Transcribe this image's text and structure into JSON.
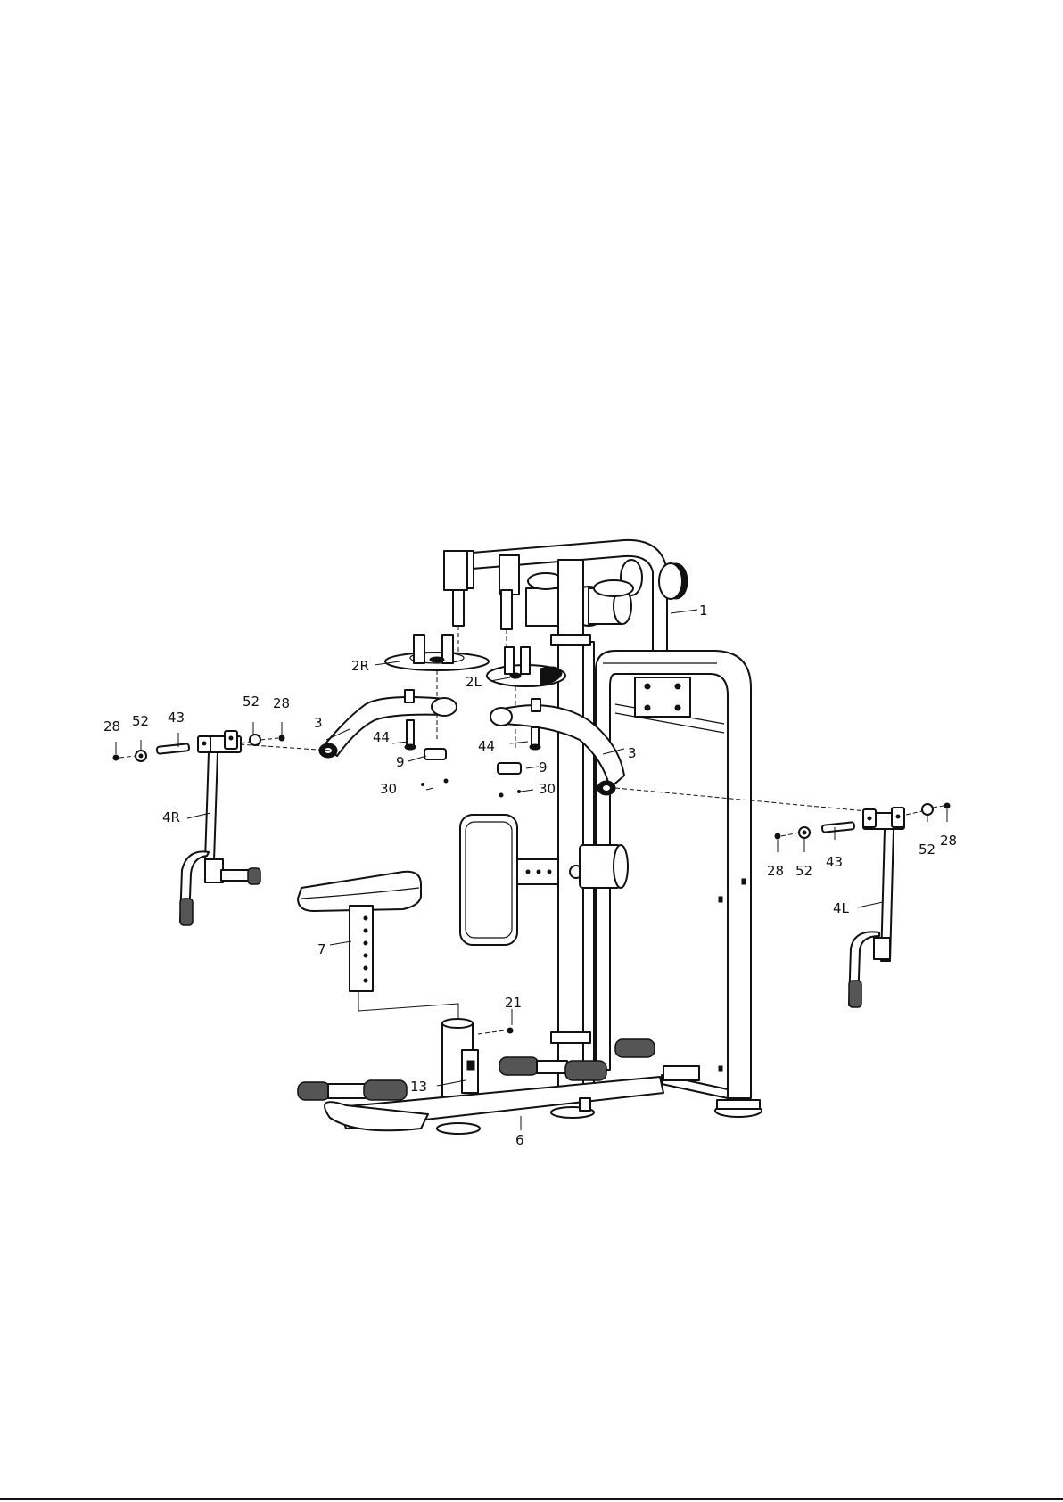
{
  "callouts": {
    "c1": "1",
    "c2R": "2R",
    "c2L": "2L",
    "c3a": "3",
    "c3b": "3",
    "c4R": "4R",
    "c4L": "4L",
    "c6": "6",
    "c7": "7",
    "c9a": "9",
    "c9b": "9",
    "c13": "13",
    "c21": "21",
    "c28a": "28",
    "c28b": "28",
    "c28c": "28",
    "c28d": "28",
    "c30a": "30",
    "c30b": "30",
    "c43a": "43",
    "c43b": "43",
    "c44a": "44",
    "c44b": "44",
    "c52a": "52",
    "c52b": "52",
    "c52c": "52",
    "c52d": "52"
  }
}
